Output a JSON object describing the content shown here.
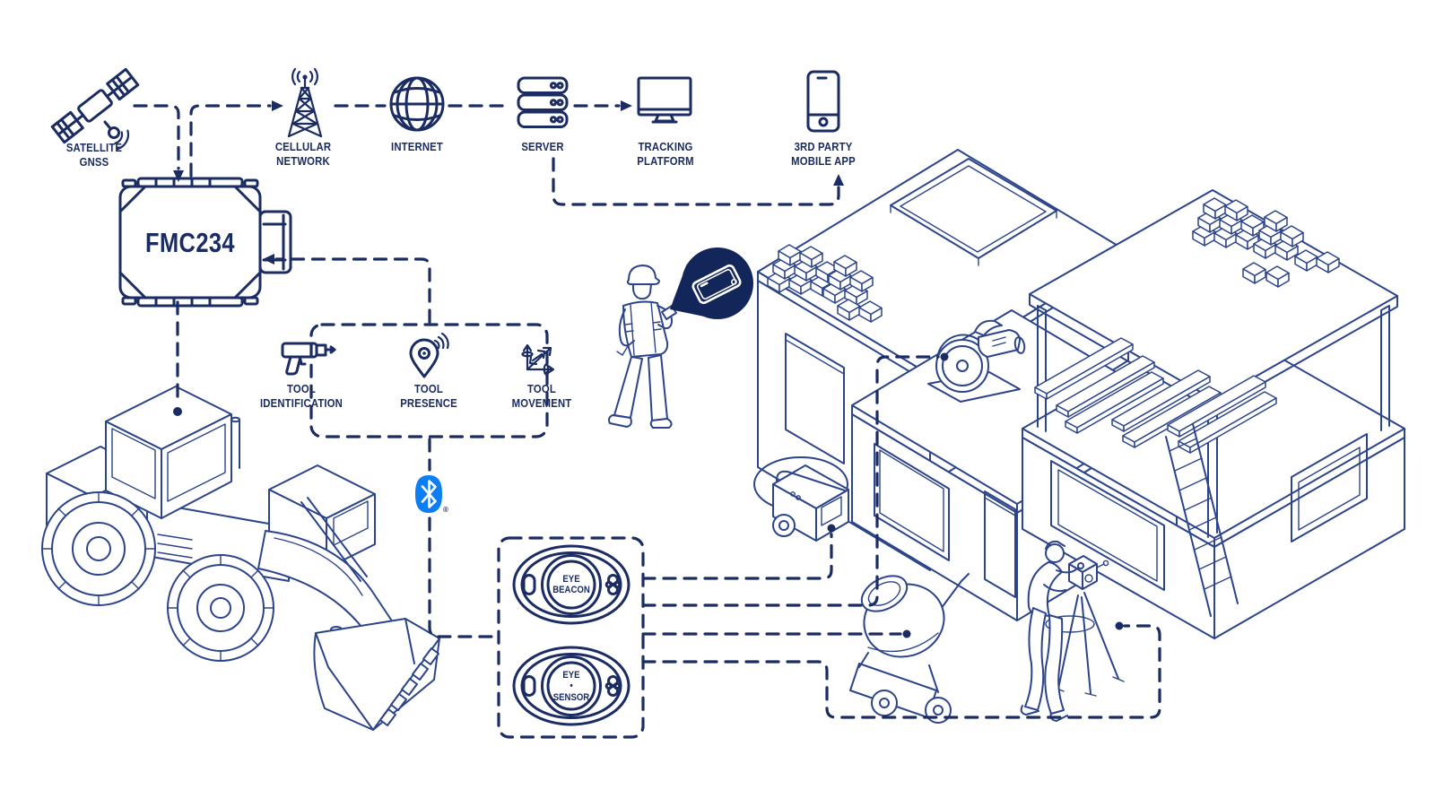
{
  "colors": {
    "background": "#ffffff",
    "ink": "#1a2c62",
    "line": "#2c4489",
    "pin_fill": "#13265a",
    "bluetooth": "#0d7df4"
  },
  "flow": {
    "nodes": [
      {
        "id": "satellite_gnss",
        "icon": "satellite-icon",
        "label": "SATELLITE\nGNSS"
      },
      {
        "id": "cellular_network",
        "icon": "cellular-tower-icon",
        "label": "CELLULAR\nNETWORK"
      },
      {
        "id": "internet",
        "icon": "globe-icon",
        "label": "INTERNET"
      },
      {
        "id": "server",
        "icon": "server-icon",
        "label": "SERVER"
      },
      {
        "id": "tracking_platform",
        "icon": "desktop-monitor-icon",
        "label": "TRACKING\nPLATFORM"
      },
      {
        "id": "third_party_mobile_app",
        "icon": "smartphone-icon",
        "label": "3RD PARTY\nMOBILE APP"
      }
    ]
  },
  "tracker": {
    "model": "FMC234"
  },
  "tool_zone": {
    "items": [
      {
        "icon": "drill-icon",
        "label": "TOOL\nIDENTIFICATION"
      },
      {
        "icon": "location-pin-icon",
        "label": "TOOL\nPRESENCE"
      },
      {
        "icon": "movement-axes-icon",
        "label": "TOOL\nMOVEMENT"
      }
    ]
  },
  "bluetooth": {
    "icon": "bluetooth-icon",
    "registered_mark": "®"
  },
  "ble_accessories": [
    {
      "id": "eye_beacon",
      "label": "EYE\nBEACON"
    },
    {
      "id": "eye_sensor",
      "label": "EYE\n•\nSENSOR"
    }
  ],
  "scene_items": [
    "wheel-loader",
    "construction-worker-with-phone",
    "phone-location-pin",
    "construction-building-left",
    "construction-building-right",
    "roof-hatch",
    "brick-stacks",
    "lumber-planks",
    "circular-saw",
    "power-generator",
    "cement-mixer",
    "surveyor-with-theodolite",
    "ladder"
  ]
}
